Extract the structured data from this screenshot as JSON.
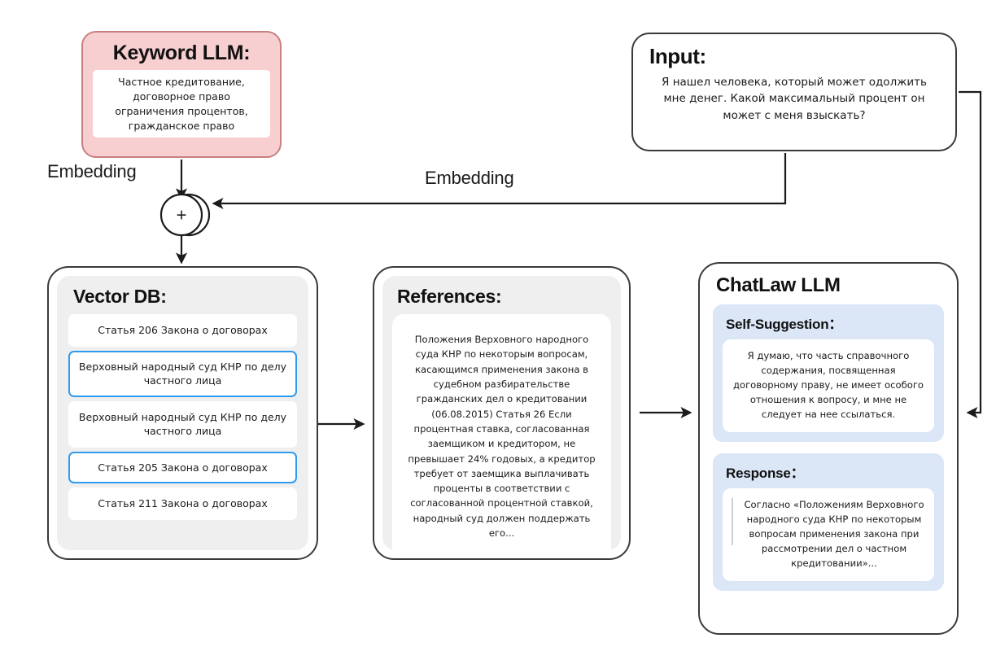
{
  "diagram": {
    "title": "ChatLaw retrieval-augmented generation pipeline",
    "colors": {
      "keyword_fill": "#f7cfd0",
      "keyword_border": "#c97f80",
      "panel_gray": "#efefef",
      "panel_blue": "#dbe6f7",
      "highlight_blue": "#2e9bf0",
      "stroke": "#3a3a3a"
    }
  },
  "keyword_llm": {
    "title": "Keyword LLM:",
    "content": "Частное кредитование, договорное право ограничения процентов, гражданское право"
  },
  "input": {
    "title": "Input:",
    "content": "Я нашел человека, который может одолжить мне денег. Какой максимальный процент он может с меня взыскать?"
  },
  "junction": {
    "symbol": "+"
  },
  "edges": {
    "embedding_left": "Embedding",
    "embedding_right": "Embedding"
  },
  "vector_db": {
    "title": "Vector DB:",
    "items": [
      {
        "text": "Статья 206 Закона о договорах",
        "highlighted": false
      },
      {
        "text": "Верховный народный суд КНР по делу частного лица",
        "highlighted": true
      },
      {
        "text": "Верховный народный суд КНР по делу частного лица",
        "highlighted": false
      },
      {
        "text": "Статья 205 Закона о договорах",
        "highlighted": true
      },
      {
        "text": "Статья 211 Закона о договорах",
        "highlighted": false
      }
    ]
  },
  "references": {
    "title": "References:",
    "content": "Положения Верховного народного суда КНР по некоторым вопросам, касающимся применения закона в судебном разбирательстве гражданских дел о кредитовании (06.08.2015) Статья 26 Если процентная ставка, согласованная заемщиком и кредитором, не превышает 24% годовых, а кредитор требует от заемщика выплачивать проценты в соответствии с согласованной процентной ставкой, народный суд должен поддержать его..."
  },
  "chatlaw": {
    "title": "ChatLaw LLM",
    "self_suggestion": {
      "title": "Self-Suggestion：",
      "content": "Я думаю, что часть справочного содержания, посвященная договорному праву, не имеет особого отношения к вопросу, и мне не следует на нее ссылаться."
    },
    "response": {
      "title": "Response：",
      "content": "Согласно «Положениям Верховного народного суда КНР по некоторым вопросам применения закона при рассмотрении дел о частном кредитовании»..."
    }
  }
}
